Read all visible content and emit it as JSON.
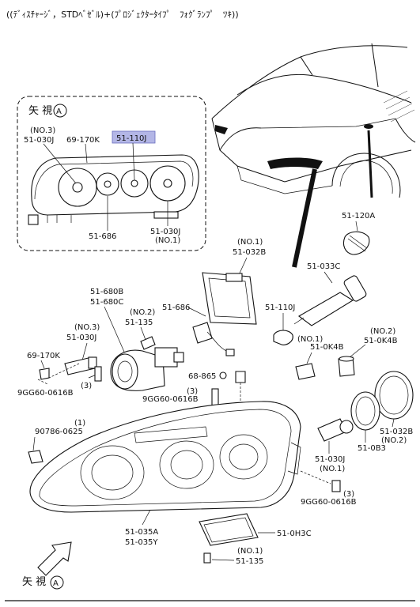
{
  "title": "((ﾃﾞｨｽﾁｬｰｼﾞ，STDﾍﾞｾﾞﾙ)+(ﾌﾟﾛｼﾞｪｸﾀｰﾀｲﾌﾟ　ﾌｫｸﾞﾗﾝﾌﾟ　ﾂｷ))",
  "view_label": "矢 視",
  "view_letter": "A",
  "colors": {
    "highlight": "#b3b6e6",
    "ink": "#111111"
  },
  "callouts": {
    "inset_no3": "(NO.3)",
    "inset_51_030j": "51-030J",
    "inset_69_170k": "69-170K",
    "inset_51_110j": "51-110J",
    "inset_51_686": "51-686",
    "inset_51_030j_b": "51-030J",
    "inset_no1": "(NO.1)",
    "p51_120a": "51-120A",
    "p_no1_032b": "(NO.1)",
    "p51_032b": "51-032B",
    "p51_033c": "51-033C",
    "p51_680b": "51-680B",
    "p51_680c": "51-680C",
    "p_no2_135": "(NO.2)",
    "p51_135": "51-135",
    "p51_686": "51-686",
    "p51_110j": "51-110J",
    "p_no3": "(NO.3)",
    "p51_030j": "51-030J",
    "p69_170k": "69-170K",
    "p_3a": "(3)",
    "p9gg_a": "9GG60-0616B",
    "p68_865": "68-865",
    "p_3b": "(3)",
    "p9gg_b": "9GG60-0616B",
    "p_no1_0k4b": "(NO.1)",
    "p51_0k4b": "51-0K4B",
    "p_no2_0k4b": "(NO.2)",
    "p51_0k4b_2": "51-0K4B",
    "p_1": "(1)",
    "p90786": "90786-0625",
    "p51_032b_2": "51-032B",
    "p_no2_032b": "(NO.2)",
    "p51_0b3": "51-0B3",
    "p51_030j_2": "51-030J",
    "p_no1_030j": "(NO.1)",
    "p_3c": "(3)",
    "p9gg_c": "9GG60-0616B",
    "p51_035a": "51-035A",
    "p51_035y": "51-035Y",
    "p51_0h3c": "51-0H3C",
    "p_no1_135": "(NO.1)",
    "p51_135_b": "51-135"
  }
}
